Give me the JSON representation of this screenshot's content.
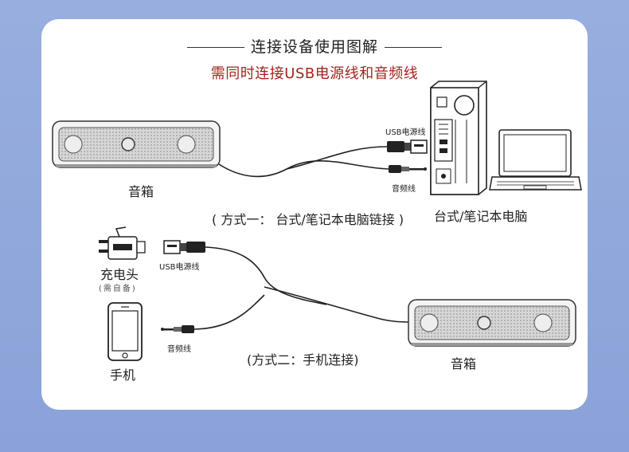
{
  "header": {
    "title": "连接设备使用图解",
    "subtitle": "需同时连接USB电源线和音频线"
  },
  "method1": {
    "caption": "( 方式一： 台式/笔记本电脑链接 )",
    "speaker_label": "音箱",
    "usb_cable_label": "USB电源线",
    "audio_cable_label": "音频线",
    "computer_label": "台式/笔记本电脑"
  },
  "method2": {
    "caption": "(方式二：手机连接)",
    "charger_label": "充电头",
    "charger_note": "(需自备)",
    "usb_cable_label": "USB电源线",
    "audio_cable_label": "音频线",
    "phone_label": "手机",
    "speaker_label": "音箱"
  },
  "colors": {
    "title_text": "#222222",
    "subtitle_text": "#a3241f",
    "background": "#8aa2d8",
    "card": "#ffffff"
  }
}
